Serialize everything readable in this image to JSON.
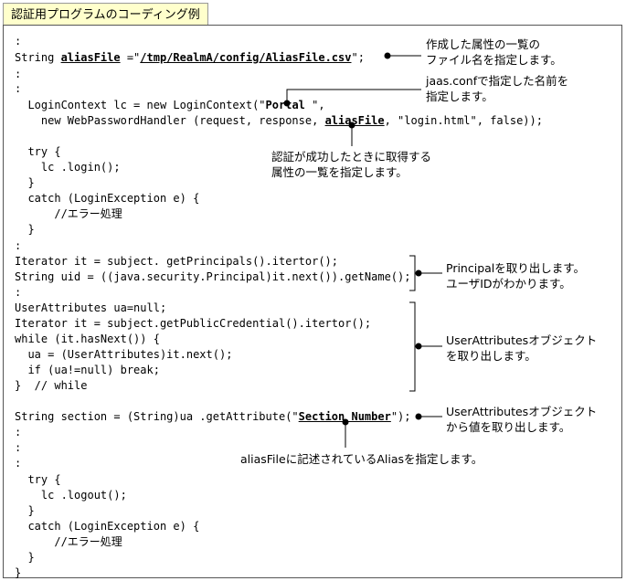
{
  "title": "認証用プログラムのコーディング例",
  "code": {
    "dots1": ":",
    "alias_prefix": "String ",
    "alias_var": "aliasFile",
    "alias_mid": " =\"",
    "alias_path": "/tmp/RealmA/config/AliasFile.csv",
    "alias_end": "\";",
    "dots2": ":",
    "dots3": ":",
    "login_ctx_prefix": "  LoginContext lc = new LoginContext(\"",
    "login_ctx_portal": "Portal",
    "login_ctx_suffix": " \",",
    "handler_prefix": "    new WebPasswordHandler (request, response, ",
    "handler_alias": "aliasFile",
    "handler_suffix": ", \"login.html\", false));",
    "try1": "  try {",
    "login_call": "    lc .login();",
    "close1": "  }",
    "catch1": "  catch (LoginException e) {",
    "comment1": "      //エラー処理",
    "close2": "  }",
    "dots4": ":",
    "iter_principals": "Iterator it = subject. getPrincipals().itertor();",
    "uid_line": "String uid = ((java.security.Principal)it.next()).getName();",
    "dots5": ":",
    "ua_null": "UserAttributes ua=null;",
    "iter_cred": "Iterator it = subject.getPublicCredential().itertor();",
    "while_line": "while (it.hasNext()) {",
    "ua_assign": "  ua = (UserAttributes)it.next();",
    "ua_check": "  if (ua!=null) break;",
    "while_close": "}  // while",
    "section_prefix": "String section = (String)ua .getAttribute(\"",
    "section_attr": "Section Number",
    "section_suffix": "\");",
    "dots6": ":",
    "dots7": ":",
    "dots8": ":",
    "try2": "  try {",
    "logout_call": "    lc .logout();",
    "close3": "  }",
    "catch2": "  catch (LoginException e) {",
    "comment2": "      //エラー処理",
    "close4": "  }",
    "close5": "}"
  },
  "notes": {
    "alias_file_line1": "作成した属性の一覧の",
    "alias_file_line2": "ファイル名を指定します。",
    "jaas_line1": "jaas.confで指定した名前を",
    "jaas_line2": "指定します。",
    "auth_line1": "認証が成功したときに取得する",
    "auth_line2": "属性の一覧を指定します。",
    "principal_line1": "Principalを取り出します。",
    "principal_line2": "ユーザIDがわかります。",
    "ua_obj_line1": "UserAttributesオブジェクト",
    "ua_obj_line2": "を取り出します。",
    "ua_val_line1": "UserAttributesオブジェクト",
    "ua_val_line2": "から値を取り出します。",
    "alias_spec": "aliasFileに記述されているAliasを指定します。"
  }
}
